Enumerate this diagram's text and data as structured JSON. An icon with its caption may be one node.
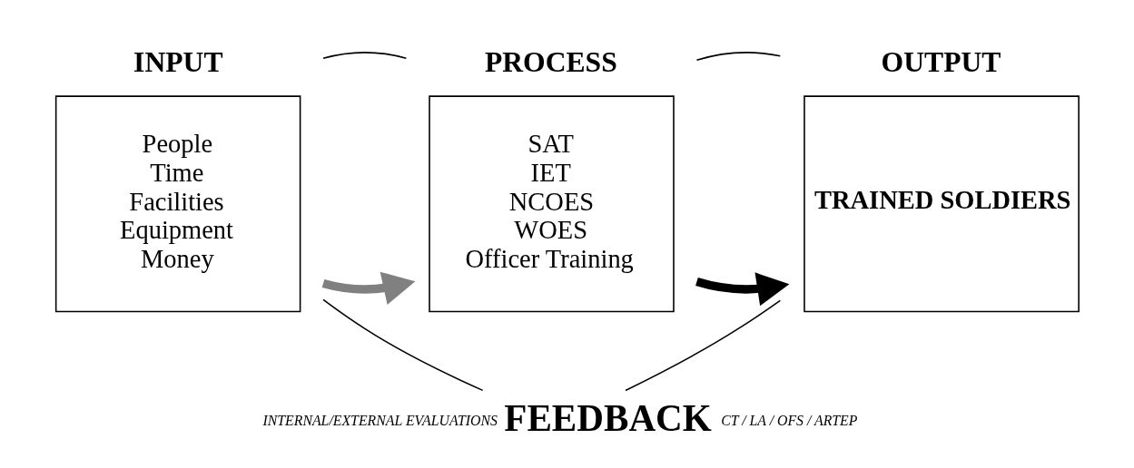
{
  "diagram": {
    "nodes": [
      {
        "text": [
          "INPUT",
          "People",
          "Time",
          "Facilities",
          "Equipment",
          "Money"
        ]
      },
      {
        "text": [
          "PROCESS",
          "SAT",
          "IET",
          "NCOES",
          "WOES",
          "Officer Training"
        ]
      },
      {
        "text": [
          "OUTPUT",
          "TRAINED SOLDIERS"
        ]
      },
      {
        "text": [
          "INTERNAL/EXTERNAL EVALUATIONS",
          "FEEDBACK",
          "CT / LA / OFS / ARTEP"
        ]
      }
    ],
    "edges": [
      {
        "from": 0,
        "to": 1,
        "arrow": "to",
        "style": "thick",
        "color": "#808080"
      },
      {
        "from": 1,
        "to": 2,
        "arrow": "to",
        "style": "thick"
      },
      {
        "from": 0,
        "to": 1,
        "arrow": "none"
      },
      {
        "from": 1,
        "to": 2,
        "arrow": "none"
      },
      {
        "from": 0,
        "to": 3,
        "arrow": "none"
      },
      {
        "from": 2,
        "to": 3,
        "arrow": "none"
      }
    ]
  }
}
